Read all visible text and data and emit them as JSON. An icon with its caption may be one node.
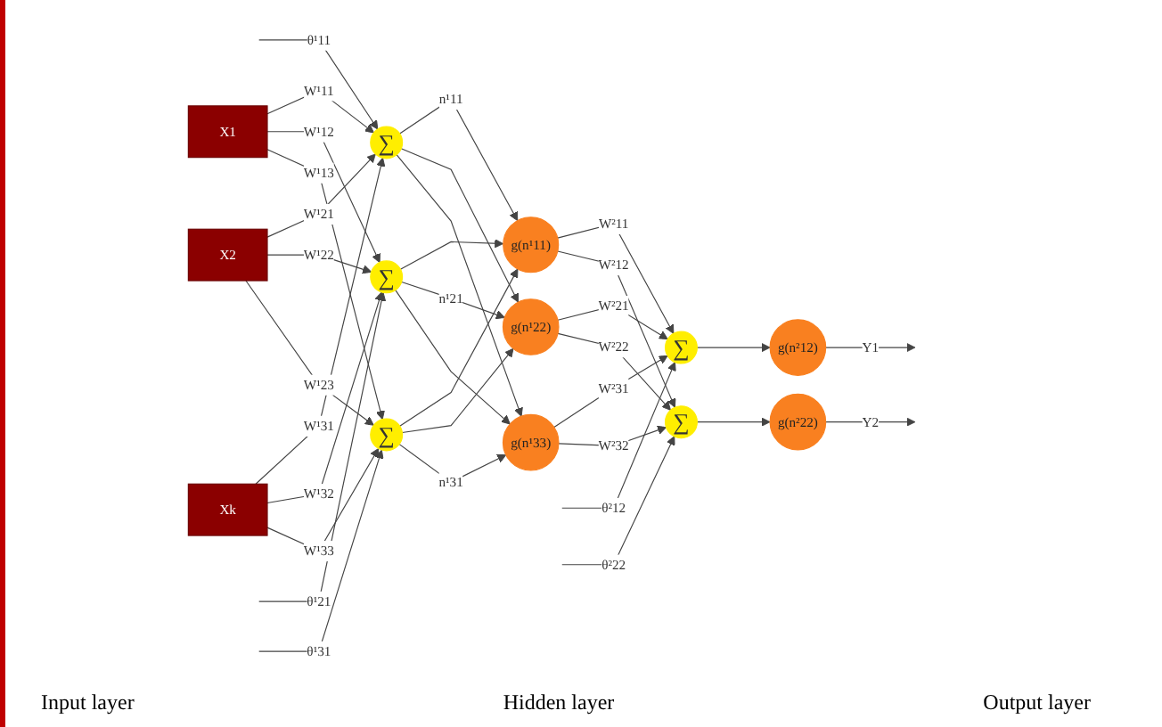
{
  "diagram": {
    "nodes": [
      {
        "text": [
          "X1"
        ]
      },
      {
        "text": [
          "X2"
        ]
      },
      {
        "text": [
          "Xk"
        ]
      },
      {
        "text": [
          "∑"
        ]
      },
      {
        "text": [
          "∑"
        ]
      },
      {
        "text": [
          "∑"
        ]
      },
      {
        "text": [
          "g(n¹11)"
        ]
      },
      {
        "text": [
          "g(n¹22)"
        ]
      },
      {
        "text": [
          "g(n¹33)"
        ]
      },
      {
        "text": [
          "∑"
        ]
      },
      {
        "text": [
          "∑"
        ]
      },
      {
        "text": [
          "g(n²12)"
        ]
      },
      {
        "text": [
          "g(n²22)"
        ]
      }
    ],
    "edges": [
      {
        "from": 0,
        "to": 3,
        "arrow": "to",
        "label": "W¹11"
      },
      {
        "from": 0,
        "to": 4,
        "arrow": "to",
        "label": "W¹12"
      },
      {
        "from": 0,
        "to": 5,
        "arrow": "to",
        "label": "W¹13"
      },
      {
        "from": 1,
        "to": 3,
        "arrow": "to",
        "label": "W¹21"
      },
      {
        "from": 1,
        "to": 4,
        "arrow": "to",
        "label": "W¹22"
      },
      {
        "from": 1,
        "to": 5,
        "arrow": "to",
        "label": "W¹23"
      },
      {
        "from": 2,
        "to": 3,
        "arrow": "to",
        "label": "W¹31"
      },
      {
        "from": 2,
        "to": 4,
        "arrow": "to",
        "label": "W¹32"
      },
      {
        "from": 2,
        "to": 5,
        "arrow": "to",
        "label": "W¹33"
      },
      {
        "from": null,
        "to": 3,
        "arrow": "to",
        "label": "θ¹11"
      },
      {
        "from": null,
        "to": 4,
        "arrow": "to",
        "label": "θ¹21"
      },
      {
        "from": null,
        "to": 5,
        "arrow": "to",
        "label": "θ¹31"
      },
      {
        "from": 3,
        "to": 6,
        "arrow": "to",
        "label": "n¹11"
      },
      {
        "from": 3,
        "to": 7,
        "arrow": "to"
      },
      {
        "from": 3,
        "to": 8,
        "arrow": "to"
      },
      {
        "from": 4,
        "to": 6,
        "arrow": "to"
      },
      {
        "from": 4,
        "to": 7,
        "arrow": "to",
        "label": "n¹21"
      },
      {
        "from": 4,
        "to": 8,
        "arrow": "to"
      },
      {
        "from": 5,
        "to": 6,
        "arrow": "to"
      },
      {
        "from": 5,
        "to": 7,
        "arrow": "to"
      },
      {
        "from": 5,
        "to": 8,
        "arrow": "to",
        "label": "n¹31"
      },
      {
        "from": 6,
        "to": 9,
        "arrow": "to",
        "label": "W²11"
      },
      {
        "from": 6,
        "to": 10,
        "arrow": "to",
        "label": "W²12"
      },
      {
        "from": 7,
        "to": 9,
        "arrow": "to",
        "label": "W²21"
      },
      {
        "from": 7,
        "to": 10,
        "arrow": "to",
        "label": "W²22"
      },
      {
        "from": 8,
        "to": 9,
        "arrow": "to",
        "label": "W²31"
      },
      {
        "from": 8,
        "to": 10,
        "arrow": "to",
        "label": "W²32"
      },
      {
        "from": null,
        "to": 9,
        "arrow": "to",
        "label": "θ²12"
      },
      {
        "from": null,
        "to": 10,
        "arrow": "to",
        "label": "θ²22"
      },
      {
        "from": 9,
        "to": 11,
        "arrow": "to"
      },
      {
        "from": 10,
        "to": 12,
        "arrow": "to"
      },
      {
        "from": 11,
        "to": null,
        "arrow": "to",
        "label": "Y1"
      },
      {
        "from": 12,
        "to": null,
        "arrow": "to",
        "label": "Y2"
      }
    ],
    "labels": [
      "Input layer",
      "Hidden layer",
      "Output layer"
    ]
  }
}
